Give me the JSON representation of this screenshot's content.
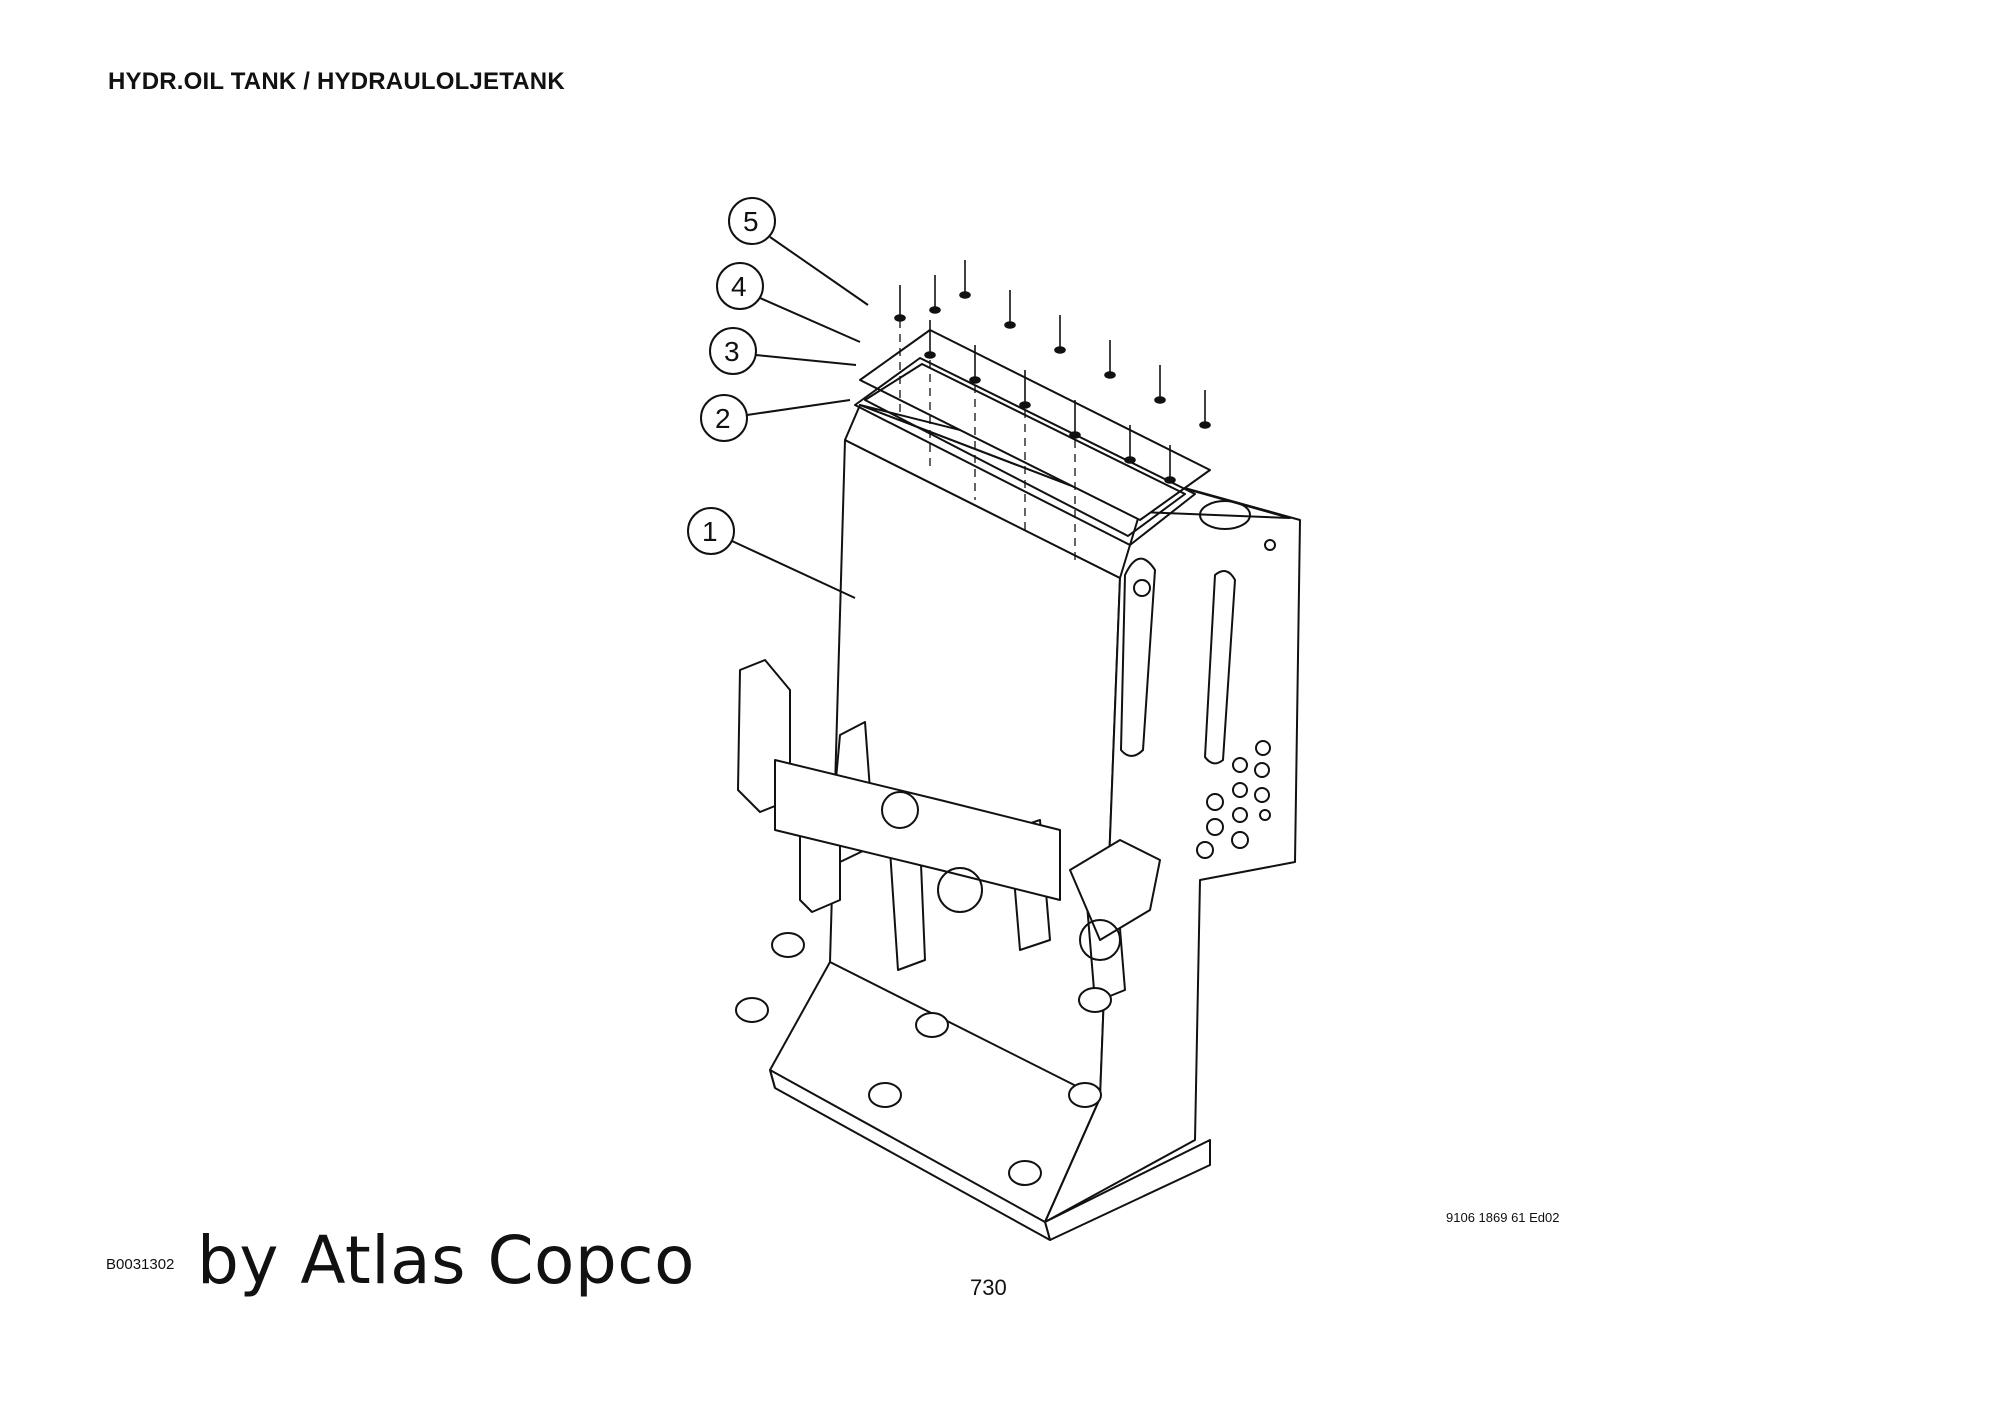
{
  "header": {
    "title": "HYDR.OIL TANK / HYDRAULOLJETANK"
  },
  "callouts": [
    "5",
    "4",
    "3",
    "2",
    "1"
  ],
  "footer": {
    "drawing_number": "9106 1869 61 Ed02",
    "page_number": "730",
    "image_code": "B0031302",
    "brand": "by Atlas Copco"
  }
}
